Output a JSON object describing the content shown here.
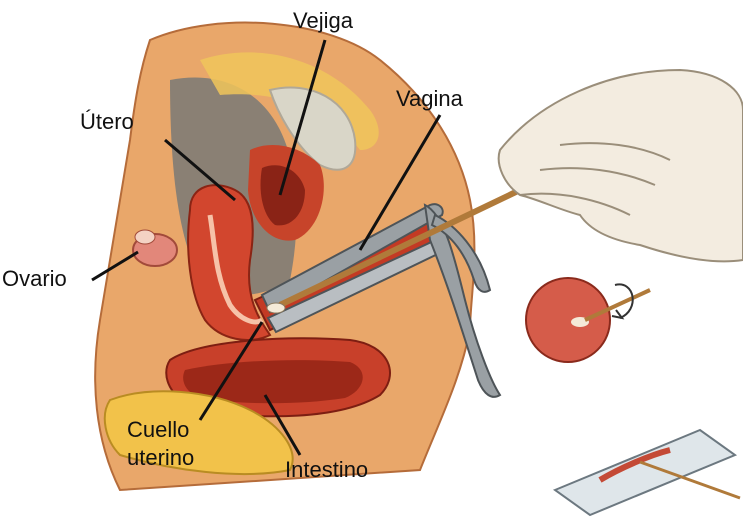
{
  "labels": {
    "bladder": "Vejiga",
    "uterus": "Útero",
    "vagina": "Vagina",
    "ovary": "Ovario",
    "cervix_line1": "Cuello",
    "cervix_line2": "uterino",
    "intestine": "Intestino"
  },
  "colors": {
    "skin": "#e9a76a",
    "tissue": "#d2462e",
    "tissue_dark": "#9c2818",
    "cavity": "#8a8074",
    "bladder": "#d9d6c8",
    "metal": "#9aa0a4",
    "bone": "#f2c24a",
    "glove": "#f3ece0",
    "slide": "#dfe6ea"
  }
}
